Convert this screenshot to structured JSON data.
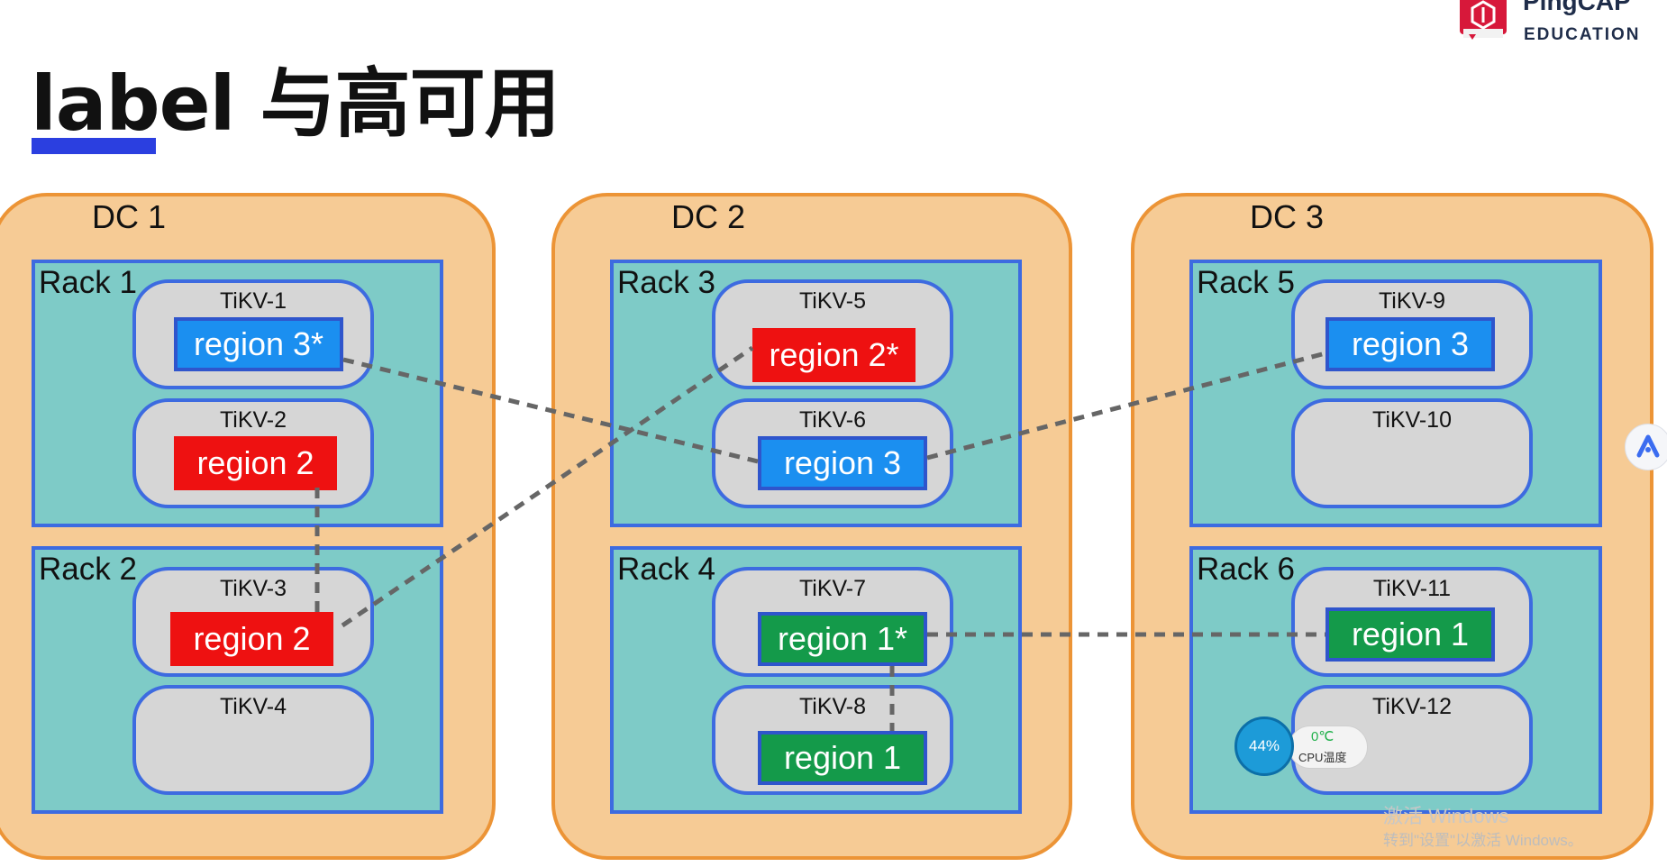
{
  "title": "label 与高可用",
  "logo": {
    "name": "PingCAP",
    "sub": "EDUCATION",
    "icon": "pingcap-logo"
  },
  "colors": {
    "dc_fill": "#f6cb95",
    "dc_border": "#ec9436",
    "rack_fill": "#7ecbc7",
    "rack_border": "#3d6be0",
    "leader_region": "#ee1111",
    "region3": "#1b8ff0",
    "region1": "#149a4a"
  },
  "diagram": {
    "dcs": [
      {
        "label": "DC 1",
        "racks": [
          {
            "label": "Rack 1",
            "tikvs": [
              {
                "label": "TiKV-1",
                "region": "region 3*"
              },
              {
                "label": "TiKV-2",
                "region": "region 2"
              }
            ]
          },
          {
            "label": "Rack 2",
            "tikvs": [
              {
                "label": "TiKV-3",
                "region": "region 2"
              },
              {
                "label": "TiKV-4",
                "region": ""
              }
            ]
          }
        ]
      },
      {
        "label": "DC 2",
        "racks": [
          {
            "label": "Rack 3",
            "tikvs": [
              {
                "label": "TiKV-5",
                "region": "region 2*"
              },
              {
                "label": "TiKV-6",
                "region": "region 3"
              }
            ]
          },
          {
            "label": "Rack 4",
            "tikvs": [
              {
                "label": "TiKV-7",
                "region": "region 1*"
              },
              {
                "label": "TiKV-8",
                "region": "region 1"
              }
            ]
          }
        ]
      },
      {
        "label": "DC 3",
        "racks": [
          {
            "label": "Rack 5",
            "tikvs": [
              {
                "label": "TiKV-9",
                "region": "region 3"
              },
              {
                "label": "TiKV-10",
                "region": ""
              }
            ]
          },
          {
            "label": "Rack 6",
            "tikvs": [
              {
                "label": "TiKV-11",
                "region": "region 1"
              },
              {
                "label": "TiKV-12",
                "region": ""
              }
            ]
          }
        ]
      }
    ]
  },
  "cpu_widget": {
    "percent": "44%",
    "temp": "0℃",
    "label": "CPU温度"
  },
  "watermark": {
    "line1": "激活 Windows",
    "line2": "转到\"设置\"以激活 Windows。"
  },
  "side_button_icon": "assistant-icon"
}
